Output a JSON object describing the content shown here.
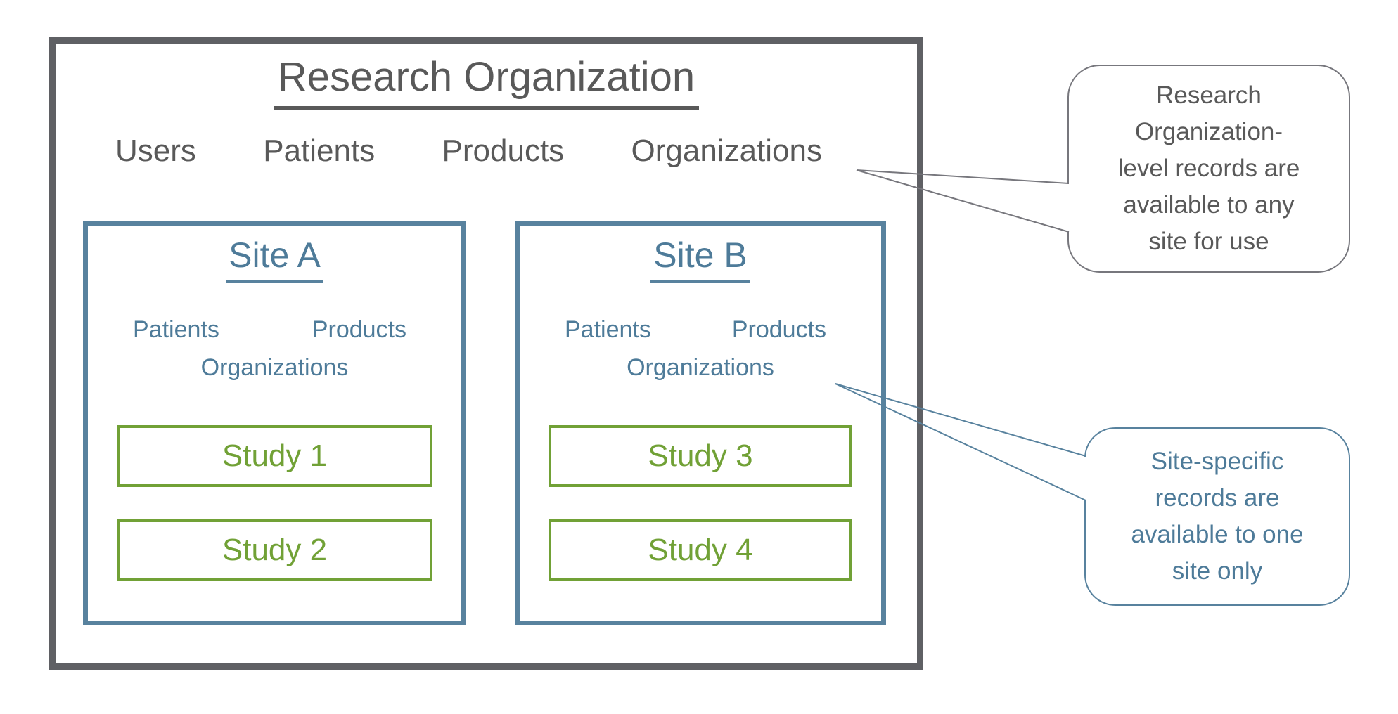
{
  "colors": {
    "outline_gray": "#5f6064",
    "text_gray": "#595959",
    "accent_blue": "#58829e",
    "accent_green": "#71a136",
    "background": "#ffffff"
  },
  "research_org": {
    "title": "Research Organization",
    "record_types": [
      "Users",
      "Patients",
      "Products",
      "Organizations"
    ]
  },
  "sites": [
    {
      "title": "Site A",
      "record_types": [
        "Patients",
        "Products",
        "Organizations"
      ],
      "studies": [
        "Study 1",
        "Study 2"
      ]
    },
    {
      "title": "Site B",
      "record_types": [
        "Patients",
        "Products",
        "Organizations"
      ],
      "studies": [
        "Study 3",
        "Study 4"
      ]
    }
  ],
  "callouts": {
    "org_level": {
      "lines": [
        "Research",
        "Organization-",
        "level records are",
        "available to any",
        "site for use"
      ]
    },
    "site_level": {
      "lines": [
        "Site-specific",
        "records are",
        "available to one",
        "site only"
      ]
    }
  }
}
